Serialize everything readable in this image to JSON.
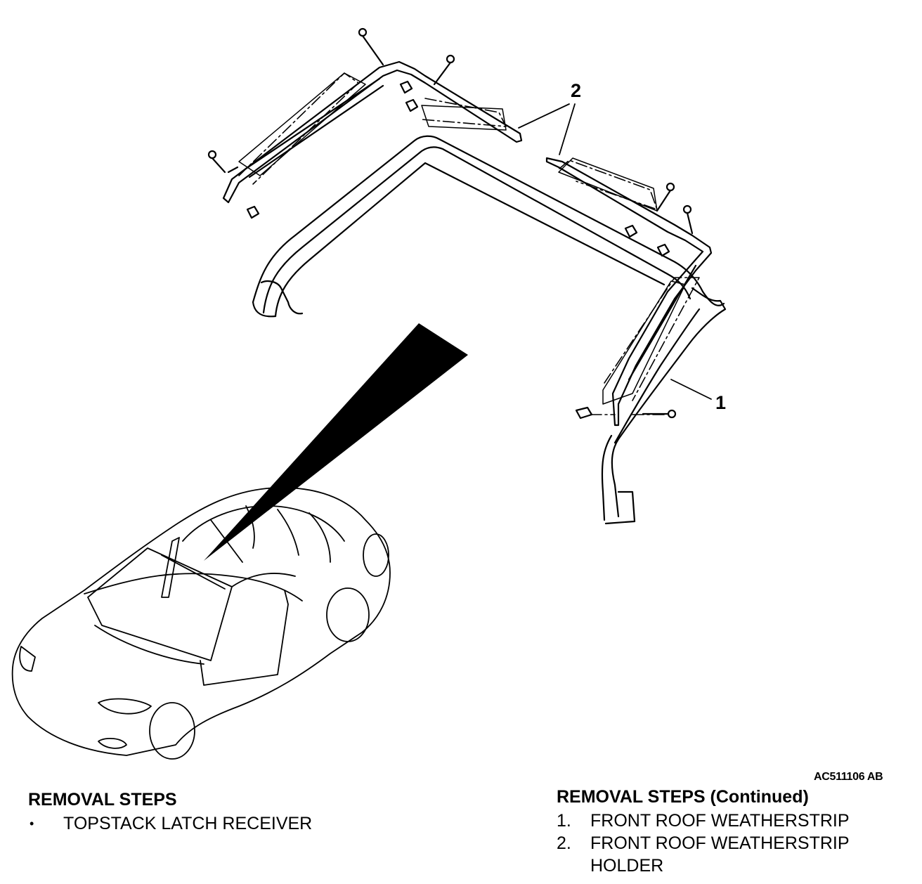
{
  "figure": {
    "reference_code": "AC511106 AB",
    "callouts": [
      {
        "id": "weatherstrip",
        "label": "1"
      },
      {
        "id": "holder",
        "label": "2"
      }
    ]
  },
  "removal_steps": {
    "heading": "REMOVAL STEPS",
    "items": [
      {
        "marker": "•",
        "text": "TOPSTACK LATCH RECEIVER"
      }
    ]
  },
  "removal_steps_continued": {
    "heading": "REMOVAL STEPS (Continued)",
    "items": [
      {
        "marker": "1.",
        "text": "FRONT ROOF WEATHERSTRIP"
      },
      {
        "marker": "2.",
        "text": "FRONT ROOF WEATHERSTRIP HOLDER"
      }
    ]
  }
}
